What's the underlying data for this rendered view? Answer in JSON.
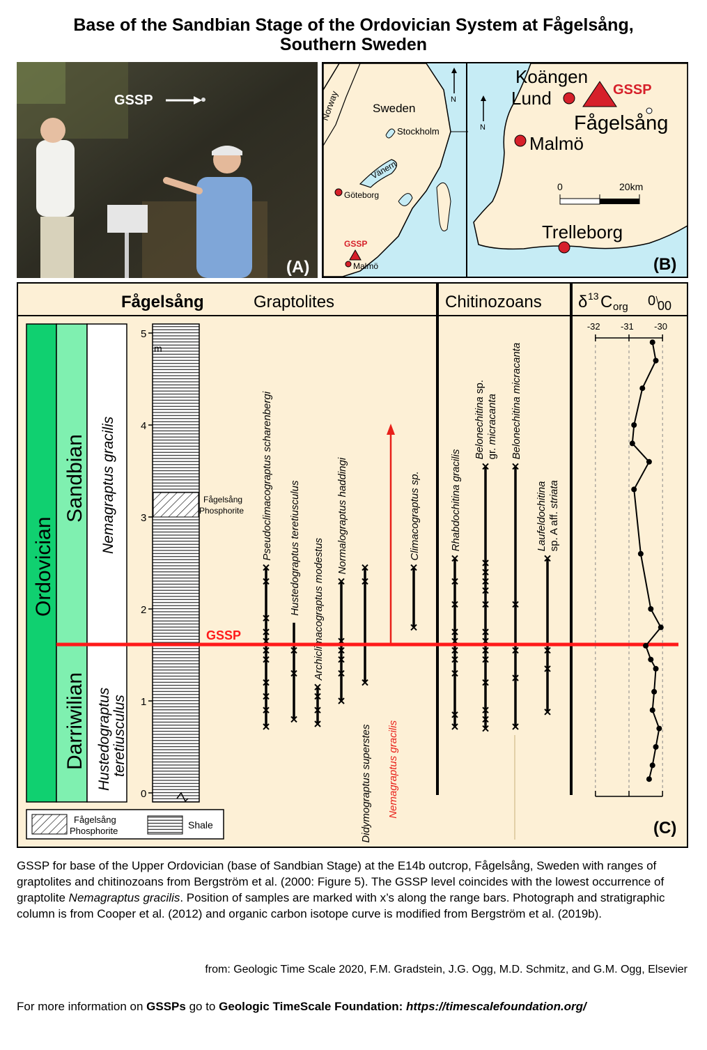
{
  "header": {
    "title_line1": "Base of the Sandbian Stage of the Ordovician System at Fågelsång,",
    "title_line2": "Southern Sweden"
  },
  "photo": {
    "gssp_label": "GSSP",
    "panel_label": "(A)"
  },
  "map": {
    "panel_label": "(B)",
    "left_labels": {
      "norway": "Norway",
      "sweden": "Sweden",
      "stockholm": "Stockholm",
      "vanern": "Vänern",
      "goteborg": "Göteborg",
      "gssp": "GSSP",
      "malmo": "Malmö",
      "north": "N"
    },
    "right_labels": {
      "koangen": "Koängen",
      "lund": "Lund",
      "gssp": "GSSP",
      "fagelsang": "Fågelsång",
      "malmo": "Malmö",
      "trelleborg": "Trelleborg",
      "north": "N"
    },
    "scale": {
      "start": "0",
      "end": "20km"
    },
    "colors": {
      "water": "#c6ecf5",
      "land": "#fdf0d6",
      "city": "#d6202a"
    }
  },
  "panelC": {
    "panel_label": "(C)",
    "site_label": "Fågelsång",
    "graptolites_header": "Graptolites",
    "chitinozoans_header": "Chitinozoans",
    "isotope_header": {
      "delta": "δ",
      "sup": "13",
      "c": "C",
      "sub": "org",
      "permil_num": "0",
      "permil_den": "00"
    },
    "system": "Ordovician",
    "stages": {
      "upper": "Sandbian",
      "lower": "Darriwilian"
    },
    "zones": {
      "upper": "Nemagraptus gracilis",
      "lower_1": "Hustedograptus",
      "lower_2": "teretiusculus"
    },
    "depth_axis": {
      "unit": "m",
      "ticks": [
        "0",
        "1",
        "2",
        "3",
        "4",
        "5"
      ]
    },
    "phosphorite_label_1": "Fågelsång",
    "phosphorite_label_2": "Phosphorite",
    "gssp_label": "GSSP",
    "legend": {
      "phosphorite_1": "Fågelsång",
      "phosphorite_2": "Phosphorite",
      "shale": "Shale"
    },
    "colors": {
      "background": "#fdf0d6",
      "system": "#10d070",
      "stage": "#7ff0b0",
      "gssp": "#ff1a1a",
      "target": "#e8201a"
    },
    "graptolites": [
      {
        "name": "Pseudoclimacograptus scharenbergi",
        "range_m": [
          0.72,
          2.45
        ],
        "samples_m": [
          0.72,
          0.9,
          1.05,
          1.2,
          1.45,
          1.55,
          1.65,
          1.75,
          1.9,
          2.3,
          2.45
        ]
      },
      {
        "name": "Hustedograptus teretiusculus",
        "range_m": [
          0.8,
          1.85
        ],
        "samples_m": [
          0.8,
          1.3,
          1.55
        ]
      },
      {
        "name": "Archiclimacograptus modestus",
        "range_m": [
          0.75,
          1.15
        ],
        "samples_m": [
          0.75,
          0.9,
          1.05,
          1.15
        ]
      },
      {
        "name": "Normalograptus haddingi",
        "range_m": [
          1.0,
          2.3
        ],
        "samples_m": [
          1.0,
          1.3,
          1.45,
          1.55,
          1.65,
          2.3
        ]
      },
      {
        "name": "Didymograptus superstes",
        "range_m": [
          1.2,
          2.45
        ],
        "samples_m": [
          1.2,
          2.3,
          2.45
        ]
      },
      {
        "name": "Nemagraptus gracilis",
        "range_m": [
          1.6,
          4.0
        ],
        "samples_m": []
      },
      {
        "name": "Climacograptus sp.",
        "range_m": [
          1.8,
          2.45
        ],
        "samples_m": [
          1.8,
          2.45
        ]
      }
    ],
    "chitinozoans": [
      {
        "name": "Rhabdochitina gracilis",
        "range_m": [
          0.72,
          2.55
        ],
        "samples_m": [
          0.72,
          0.85,
          1.3,
          1.45,
          1.55,
          1.65,
          1.75,
          2.05,
          2.3,
          2.55
        ]
      },
      {
        "name_1": "Belonechitina",
        "name_2": " sp.",
        "name_3": "gr. micracanta",
        "range_m": [
          0.7,
          3.55
        ],
        "samples_m": [
          0.7,
          0.8,
          0.9,
          1.2,
          1.45,
          1.55,
          1.65,
          1.75,
          2.05,
          2.2,
          2.3,
          2.4,
          2.5,
          3.55
        ]
      },
      {
        "name": "Belonechitina micracanta",
        "range_m": [
          0.72,
          3.55
        ],
        "samples_m": [
          0.72,
          1.25,
          1.55,
          2.05,
          3.55
        ]
      },
      {
        "name_1": "Laufeldochitina",
        "name_2": "sp. A aff. striata",
        "range_m": [
          0.88,
          2.55
        ],
        "samples_m": [
          0.88,
          1.35,
          1.55,
          2.55
        ]
      }
    ],
    "isotope_axis": {
      "ticks": [
        "-32",
        "-31",
        "-30"
      ]
    }
  },
  "chart_data": {
    "type": "line",
    "xlabel": "δ13Corg 0/00",
    "ylabel": "m",
    "xlim": [
      -32.1,
      -29.9
    ],
    "ylim": [
      0,
      5
    ],
    "x": [
      -30.4,
      -30.3,
      -30.2,
      -30.1,
      -30.3,
      -30.25,
      -30.2,
      -30.35,
      -30.5,
      -30.05,
      -30.35,
      -30.65,
      -30.85,
      -30.4,
      -30.9,
      -30.85,
      -30.6,
      -30.2,
      -30.3
    ],
    "y": [
      0.15,
      0.3,
      0.5,
      0.7,
      0.9,
      1.1,
      1.35,
      1.45,
      1.6,
      1.8,
      2.0,
      2.6,
      3.3,
      3.6,
      3.8,
      4.0,
      4.4,
      4.7,
      4.9
    ]
  },
  "caption": {
    "p1": "GSSP for base of the Upper Ordovician (base of Sandbian Stage) at the E14b outcrop, Fågelsång, Sweden with ranges of graptolites and chitinozoans from Bergström et al. (2000: Figure 5).  The GSSP level coincides with the lowest occurrence of graptolite ",
    "p1_italic": "Nemagraptus gracilis",
    "p1_end": ". Position of samples are marked with x’s along the range bars. Photograph and stratigraphic column is from Cooper et al. (2012) and organic carbon isotope curve is modified from Bergström et al. (2019b).",
    "credit": "from: Geologic Time Scale 2020, F.M. Gradstein, J.G. Ogg, M.D. Schmitz, and G.M. Ogg, Elsevier",
    "more_1": "For more information on ",
    "more_2": "GSSPs",
    "more_3": " go to ",
    "more_4": "Geologic TimeScale Foundation: ",
    "more_5": "https://timescalefoundation.org/"
  }
}
